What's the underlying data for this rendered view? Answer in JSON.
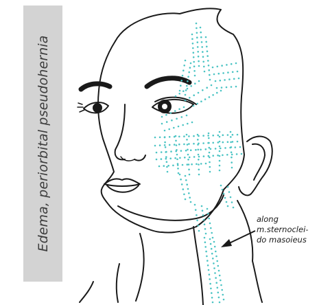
{
  "title": "Edema, periorbital pseudohernia",
  "annotation": {
    "lines": [
      "along",
      "m.sternoclei-",
      "do masoieus"
    ]
  },
  "colors": {
    "panel": "#d3d3d3",
    "line": "#1a1a1a",
    "dots": "#4cc4c4"
  }
}
